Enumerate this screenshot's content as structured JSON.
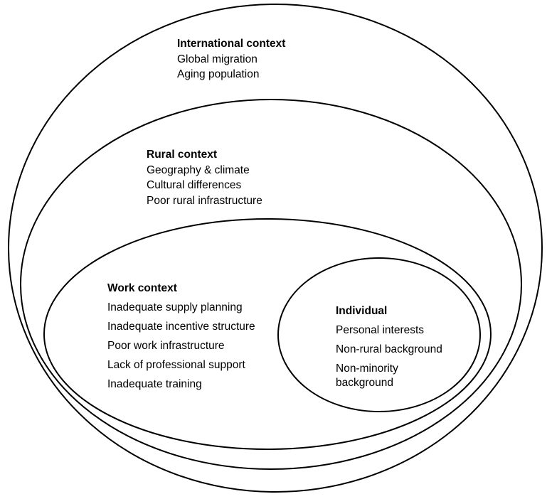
{
  "contexts": {
    "international": {
      "heading": "International context",
      "items": [
        "Global migration",
        "Aging population"
      ]
    },
    "rural": {
      "heading": "Rural context",
      "items": [
        "Geography & climate",
        "Cultural differences",
        "Poor rural infrastructure"
      ]
    },
    "work": {
      "heading": "Work context",
      "items": [
        "Inadequate supply planning",
        "Inadequate incentive structure",
        "Poor work infrastructure",
        "Lack of professional support",
        "Inadequate training"
      ]
    },
    "individual": {
      "heading": "Individual",
      "items": [
        "Personal interests",
        "Non-rural background",
        "Non-minority background"
      ]
    }
  }
}
